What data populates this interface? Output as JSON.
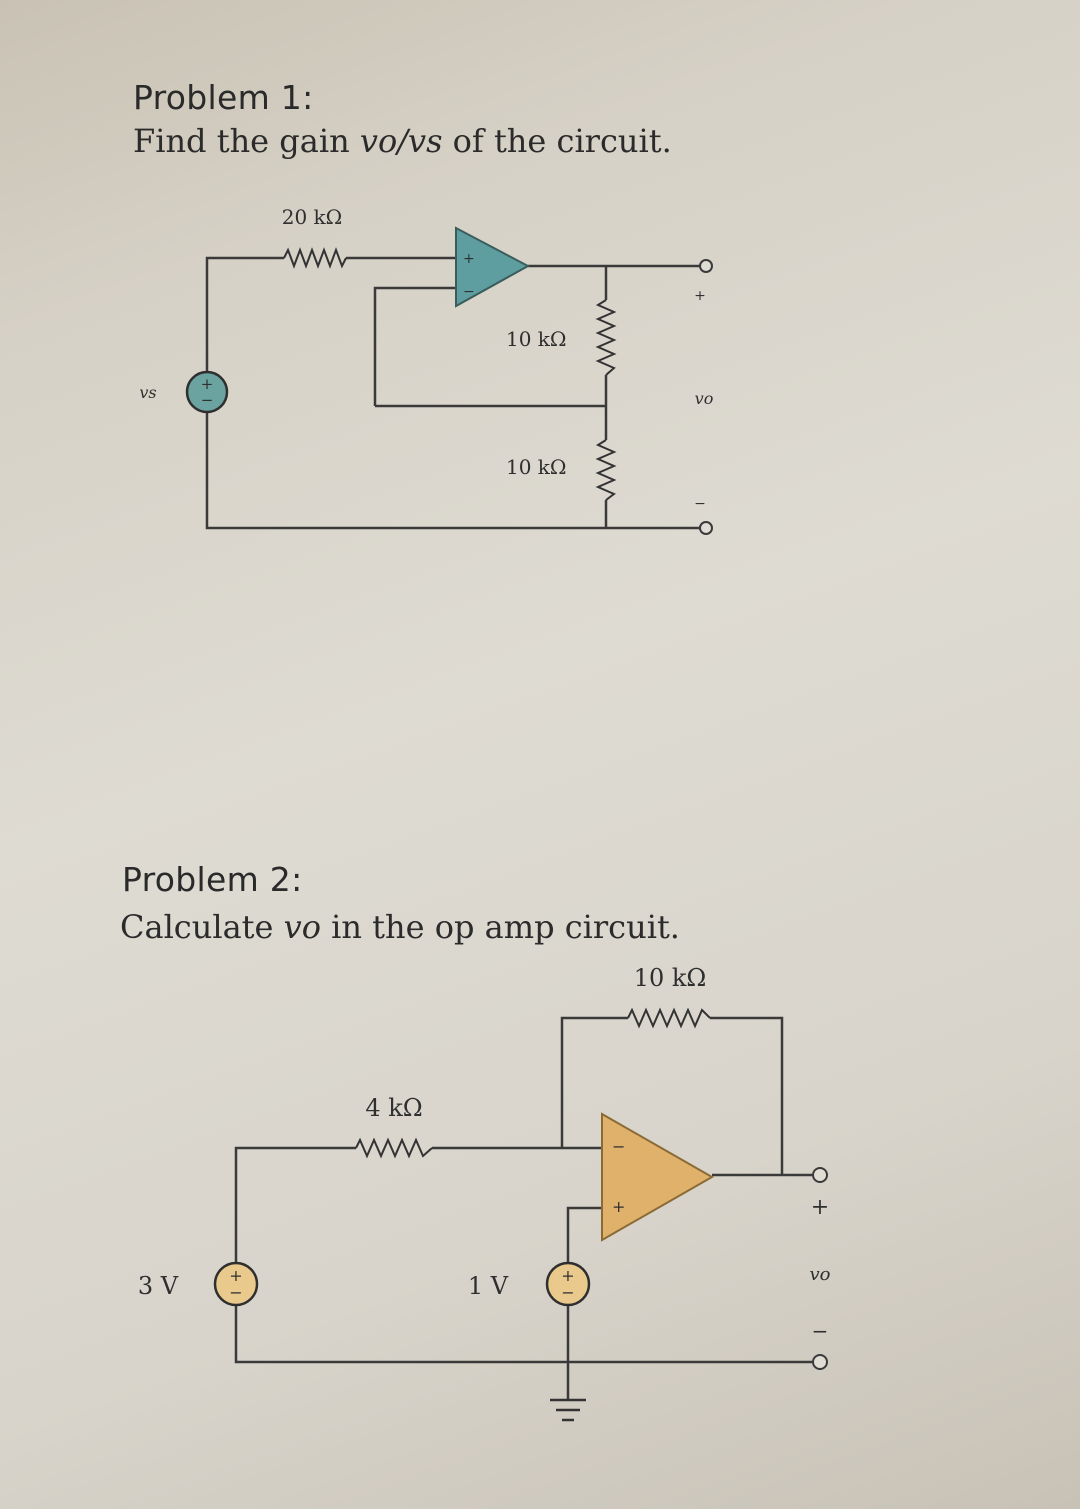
{
  "problem1": {
    "heading": "Problem 1:",
    "text_before": "Find the gain ",
    "gain_expr": "vo/vs",
    "text_after": " of the circuit.",
    "circuit": {
      "r_input": "20 kΩ",
      "r_top": "10 kΩ",
      "r_bottom": "10 kΩ",
      "source": "vs",
      "output": "vo",
      "plus": "+",
      "minus": "−",
      "opamp_color": "#5f9ea0"
    }
  },
  "problem2": {
    "heading": "Problem 2:",
    "text_before": "Calculate ",
    "var": "vo",
    "text_after": " in the op amp circuit.",
    "circuit": {
      "r_feedback": "10 kΩ",
      "r_input": "4 kΩ",
      "source1": "3 V",
      "source2": "1 V",
      "output": "vo",
      "plus": "+",
      "minus": "−",
      "opamp_color": "#e0b16a"
    }
  }
}
